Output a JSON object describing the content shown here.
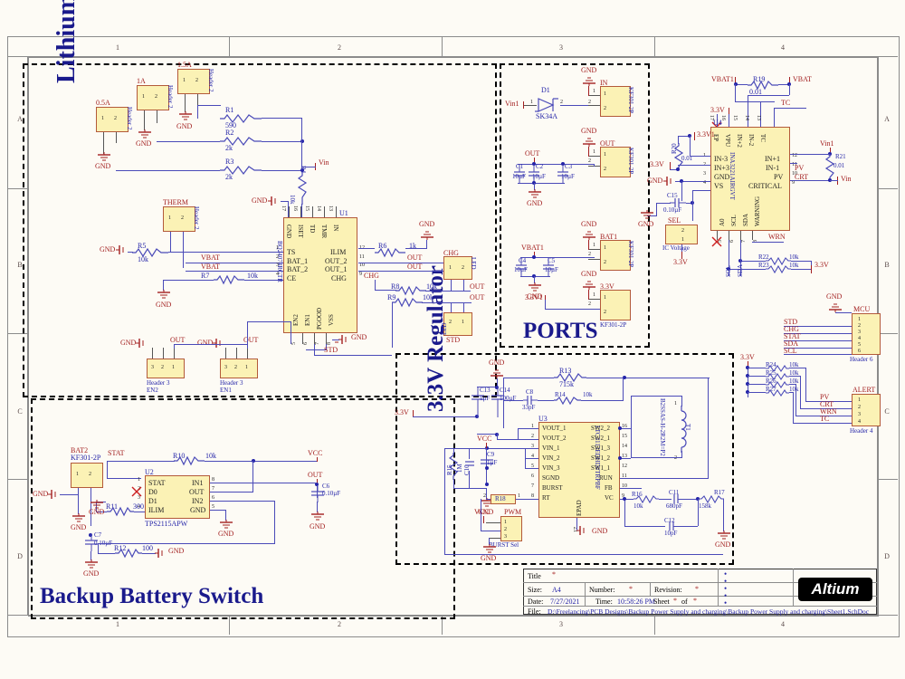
{
  "sheet": {
    "zones_top": [
      "1",
      "2",
      "3",
      "4"
    ],
    "zones_rows": [
      "A",
      "B",
      "C",
      "D"
    ]
  },
  "sections": [
    {
      "id": "lithium",
      "title": "Lithium Ion Charging"
    },
    {
      "id": "ports",
      "title": "PORTS"
    },
    {
      "id": "backup",
      "title": "Backup Battery Switch"
    },
    {
      "id": "regulator",
      "title": "3.3V Regulator"
    }
  ],
  "title_block": {
    "title_label": "Title",
    "title_value": "*",
    "size_label": "Size:",
    "size_value": "A4",
    "number_label": "Number:",
    "number_value": "*",
    "revision_label": "Revision:",
    "revision_value": "*",
    "date_label": "Date:",
    "date_value": "7/27/2021",
    "time_label": "Time:",
    "time_value": "10:58:26 PM",
    "sheet_label": "Sheet",
    "sheet_value": "*",
    "of_label": "of",
    "of_value": "*",
    "file_label": "File:",
    "file_value": "D:\\Freelancing\\PCB Designs\\Backup Power Supply and charging\\Backup Power Supply and charging\\Sheet1.SchDoc",
    "logo": "Altium"
  },
  "ics": {
    "u1": {
      "ref": "U1",
      "part": "BQ24074RGTR",
      "left_pins": [
        {
          "n": "1",
          "name": "TS"
        },
        {
          "n": "2",
          "name": "BAT_1"
        },
        {
          "n": "3",
          "name": "BAT_2"
        },
        {
          "n": "4",
          "name": "CE"
        }
      ],
      "right_pins": [
        {
          "n": "12",
          "name": "ILIM"
        },
        {
          "n": "11",
          "name": "OUT_2"
        },
        {
          "n": "10",
          "name": "OUT_1"
        },
        {
          "n": "9",
          "name": "CHG"
        }
      ],
      "top_pins": [
        {
          "n": "17",
          "name": "GND"
        },
        {
          "n": "16",
          "name": "ISET"
        },
        {
          "n": "15",
          "name": "TD"
        },
        {
          "n": "14",
          "name": "TMR"
        },
        {
          "n": "13",
          "name": "IN"
        }
      ],
      "bottom_pins": [
        {
          "n": "5",
          "name": "EN2"
        },
        {
          "n": "6",
          "name": "EN1"
        },
        {
          "n": "7",
          "name": "PGOOD"
        },
        {
          "n": "8",
          "name": "VSS"
        }
      ]
    },
    "u2": {
      "ref": "U2",
      "part": "TPS2115APW",
      "left_pins": [
        {
          "n": "1",
          "name": "STAT"
        },
        {
          "n": "2",
          "name": "D0"
        },
        {
          "n": "3",
          "name": "D1"
        },
        {
          "n": "4",
          "name": "ILIM"
        }
      ],
      "right_pins": [
        {
          "n": "8",
          "name": "IN1"
        },
        {
          "n": "7",
          "name": "OUT"
        },
        {
          "n": "6",
          "name": "IN2"
        },
        {
          "n": "5",
          "name": "GND"
        }
      ]
    },
    "u3": {
      "ref": "U3",
      "part": "LTC3113EDHD#TRPBF",
      "left_pins": [
        {
          "n": "1",
          "name": "VOUT_1"
        },
        {
          "n": "2",
          "name": "VOUT_2"
        },
        {
          "n": "3",
          "name": "VIN_1"
        },
        {
          "n": "4",
          "name": "VIN_2"
        },
        {
          "n": "5",
          "name": "VIN_3"
        },
        {
          "n": "6",
          "name": "SGND"
        },
        {
          "n": "7",
          "name": "BURST"
        },
        {
          "n": "8",
          "name": "RT"
        }
      ],
      "right_pins": [
        {
          "n": "16",
          "name": "SW2_2"
        },
        {
          "n": "15",
          "name": "SW2_1"
        },
        {
          "n": "14",
          "name": "SW1_3"
        },
        {
          "n": "13",
          "name": "SW1_2"
        },
        {
          "n": "12",
          "name": "SW1_1"
        },
        {
          "n": "11",
          "name": "RUN"
        },
        {
          "n": "10",
          "name": "FB"
        },
        {
          "n": "9",
          "name": "VC"
        }
      ],
      "bottom_pins": [
        {
          "n": "17",
          "name": "EPAD"
        }
      ]
    },
    "u4": {
      "ref": "U4",
      "part": "INA3221AIRGVT",
      "left_pins": [
        {
          "n": "1",
          "name": "IN-3"
        },
        {
          "n": "2",
          "name": "IN+3"
        },
        {
          "n": "3",
          "name": "GND"
        },
        {
          "n": "4",
          "name": "VS"
        }
      ],
      "right_pins": [
        {
          "n": "12",
          "name": "IN+1"
        },
        {
          "n": "11",
          "name": "IN-1"
        },
        {
          "n": "10",
          "name": "PV"
        },
        {
          "n": "9",
          "name": "CRITICAL"
        }
      ],
      "top_pins": [
        {
          "n": "17",
          "name": "EP"
        },
        {
          "n": "16",
          "name": "VPU"
        },
        {
          "n": "15",
          "name": "IN+2"
        },
        {
          "n": "14",
          "name": "IN-2"
        },
        {
          "n": "13",
          "name": "TC"
        }
      ],
      "bottom_pins": [
        {
          "n": "5",
          "name": "A0"
        },
        {
          "n": "6",
          "name": "SCL"
        },
        {
          "n": "7",
          "name": "SDA"
        },
        {
          "n": "8",
          "name": "WARNING"
        }
      ]
    }
  },
  "headers": [
    {
      "ref": "0.5A",
      "part": "Header 2",
      "pins": [
        "1",
        "2"
      ]
    },
    {
      "ref": "1A",
      "part": "Header 2",
      "pins": [
        "1",
        "2"
      ]
    },
    {
      "ref": "1.5A",
      "part": "Header 2",
      "pins": [
        "1",
        "2"
      ]
    },
    {
      "ref": "THERM",
      "part": "Header 2",
      "pins": [
        "1",
        "2"
      ]
    },
    {
      "ref": "EN2",
      "part": "Header 3",
      "pins": [
        "1",
        "2",
        "3"
      ]
    },
    {
      "ref": "EN1",
      "part": "Header 3",
      "pins": [
        "1",
        "2",
        "3"
      ]
    },
    {
      "ref": "CHG",
      "part": "LED",
      "pins": [
        "1",
        "2"
      ]
    },
    {
      "ref": "STD",
      "part": "LED",
      "pins": [
        "1",
        "2"
      ]
    },
    {
      "ref": "IN",
      "part": "KF301-2P",
      "pins": [
        "1",
        "2"
      ]
    },
    {
      "ref": "OUT",
      "part": "KF301-2P",
      "pins": [
        "1",
        "2"
      ]
    },
    {
      "ref": "BAT1",
      "part": "KF301-2P",
      "pins": [
        "1",
        "2"
      ]
    },
    {
      "ref": "3.3V",
      "part": "KF301-2P",
      "pins": [
        "1",
        "2"
      ]
    },
    {
      "ref": "BAT2",
      "part": "KF301-2P",
      "pins": [
        "1",
        "2"
      ]
    },
    {
      "ref": "SEL",
      "part": "IC Voltage",
      "pins": [
        "2",
        "1"
      ]
    },
    {
      "ref": "MCU",
      "part": "Header 6",
      "pins": [
        "1",
        "2",
        "3",
        "4",
        "5",
        "6"
      ]
    },
    {
      "ref": "ALERT",
      "part": "Header 4",
      "pins": [
        "1",
        "2",
        "3",
        "4"
      ]
    },
    {
      "ref": "PWM",
      "part": "BURST Sel",
      "pins": [
        "1",
        "2",
        "3"
      ]
    }
  ],
  "resistors": [
    {
      "ref": "R1",
      "val": "590"
    },
    {
      "ref": "R2",
      "val": "2k"
    },
    {
      "ref": "R3",
      "val": "2k"
    },
    {
      "ref": "R4",
      "val": "10k"
    },
    {
      "ref": "R5",
      "val": "10k"
    },
    {
      "ref": "R6",
      "val": "1k"
    },
    {
      "ref": "R7",
      "val": "10k"
    },
    {
      "ref": "R8",
      "val": "10k"
    },
    {
      "ref": "R9",
      "val": "10k"
    },
    {
      "ref": "R10",
      "val": "10k"
    },
    {
      "ref": "R11",
      "val": "300"
    },
    {
      "ref": "R12",
      "val": "100"
    },
    {
      "ref": "R13",
      "val": "715k"
    },
    {
      "ref": "R14",
      "val": "10k"
    },
    {
      "ref": "R15",
      "val": "1M"
    },
    {
      "ref": "R16",
      "val": "10k"
    },
    {
      "ref": "R17",
      "val": "158k"
    },
    {
      "ref": "R18",
      "val": ""
    },
    {
      "ref": "R19",
      "val": "0.01"
    },
    {
      "ref": "R20",
      "val": "0.01"
    },
    {
      "ref": "R21",
      "val": "0.01"
    },
    {
      "ref": "R22",
      "val": "10k"
    },
    {
      "ref": "R23",
      "val": "10k"
    },
    {
      "ref": "R24",
      "val": "10k"
    },
    {
      "ref": "R25",
      "val": "10k"
    },
    {
      "ref": "R26",
      "val": "10k"
    },
    {
      "ref": "R27",
      "val": "10k"
    }
  ],
  "capacitors": [
    {
      "ref": "C1",
      "val": "10µF"
    },
    {
      "ref": "C2",
      "val": "10µF"
    },
    {
      "ref": "C3",
      "val": "10µF"
    },
    {
      "ref": "C4",
      "val": "10µF"
    },
    {
      "ref": "C5",
      "val": "10µF"
    },
    {
      "ref": "C6",
      "val": "0.10µF"
    },
    {
      "ref": "C7",
      "val": "0.10µF"
    },
    {
      "ref": "C8",
      "val": "33pF"
    },
    {
      "ref": "C9",
      "val": "1µF"
    },
    {
      "ref": "C10",
      "val": ""
    },
    {
      "ref": "C11",
      "val": "680pF"
    },
    {
      "ref": "C12",
      "val": "10pF"
    },
    {
      "ref": "C13",
      "val": "1µF"
    },
    {
      "ref": "C14",
      "val": "100µF"
    },
    {
      "ref": "C15",
      "val": "0.10µF"
    }
  ],
  "misc": {
    "d1_ref": "D1",
    "d1_part": "SK34A",
    "t1_ref": "T1",
    "t1_part": "B2SSAS-H-2R2M=P2",
    "vin1": "Vin1",
    "vin": "Vin",
    "vbat1": "VBAT1",
    "vbat": "VBAT",
    "v33": "3.3V",
    "v331": "3.3V1",
    "vcc": "VCC",
    "out": "OUT",
    "gnd": "GND",
    "stat": "STAT",
    "std": "STD",
    "chg": "CHG",
    "sda": "SDA",
    "scl": "SCL",
    "pv": "PV",
    "crt": "CRT",
    "wrn": "WRN",
    "tc": "TC"
  }
}
